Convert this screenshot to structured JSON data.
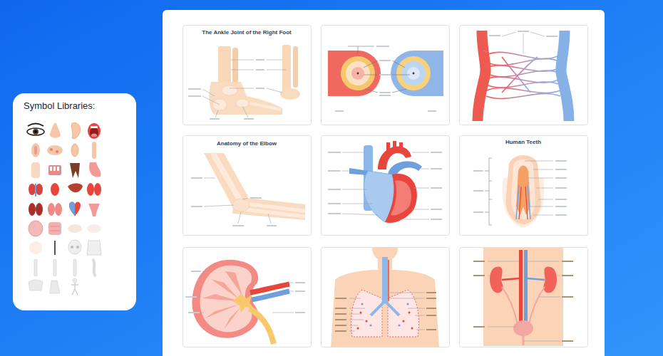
{
  "diagram": {
    "nodes": [
      {
        "text": [
          "Symbol Libraries:"
        ]
      },
      {
        "text": [
          "The Ankle Joint of the Right Foot"
        ]
      },
      {
        "text": [
          "Anatomy of the Elbow"
        ]
      },
      {
        "text": [
          "Human Teeth"
        ]
      }
    ]
  }
}
